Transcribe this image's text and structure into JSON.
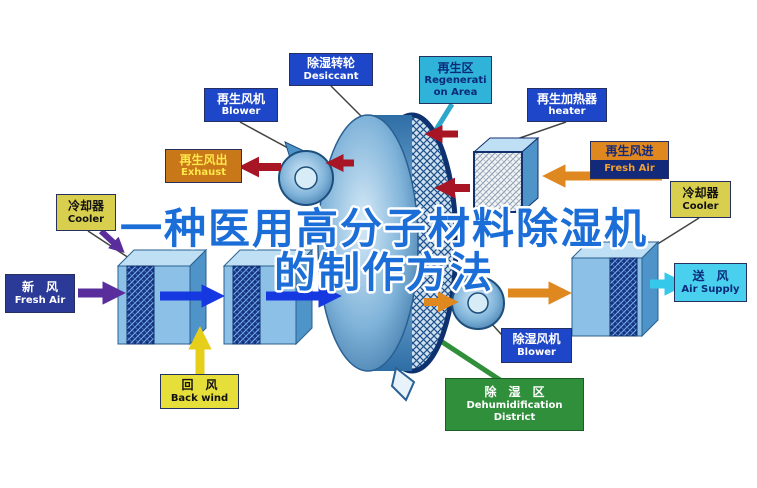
{
  "watermark": {
    "line1": "一种医用高分子材料除湿机",
    "line2": "的制作方法",
    "color": "#1b6ed8",
    "outline": "#ffffff"
  },
  "labels": {
    "regen_blower": {
      "zh": "再生风机",
      "en": "Blower"
    },
    "desiccant": {
      "zh": "除湿转轮",
      "en": "Desiccant"
    },
    "regen_area": {
      "zh": "再生区",
      "en": "Regeneration Area"
    },
    "regen_heater": {
      "zh": "再生加热器",
      "en": "heater"
    },
    "exhaust": {
      "zh": "再生风出",
      "en": "Exhaust"
    },
    "regen_fresh_air": {
      "zh": "再生风进",
      "en": "Fresh Air"
    },
    "cooler_left": {
      "zh": "冷却器",
      "en": "Cooler"
    },
    "cooler_right": {
      "zh": "冷却器",
      "en": "Cooler"
    },
    "fresh_air": {
      "zh": "新　风",
      "en": "Fresh Air"
    },
    "air_supply": {
      "zh": "送　风",
      "en": "Air Supply"
    },
    "back_wind": {
      "zh": "回　风",
      "en": "Back wind"
    },
    "dehum_blower": {
      "zh": "除湿风机",
      "en": "Blower"
    },
    "dehum_district": {
      "zh": "除　湿　区",
      "en": "Dehumidification District"
    }
  },
  "colors": {
    "label_blue": "#1e46c8",
    "label_cyan": "#2fb3d8",
    "label_yellow": "#d8cf4e",
    "label_green": "#2f8f3a",
    "label_navy": "#2a3a96",
    "label_orange": "#c87818",
    "arrow_red": "#a81525",
    "arrow_orange": "#e08820",
    "arrow_yellow": "#e6cf1a",
    "arrow_blue": "#1538e0",
    "arrow_purple": "#5a2d9c",
    "arrow_cyan": "#35c8ea",
    "wheel_blue": "#4f94c8"
  }
}
